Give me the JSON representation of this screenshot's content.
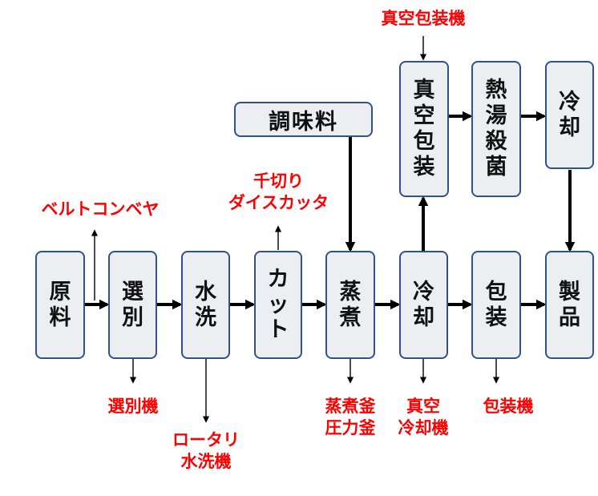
{
  "colors": {
    "box_fill": "#eceef1",
    "box_border": "#2f528f",
    "label": "#ff0000",
    "arrow": "#000000"
  },
  "steps": {
    "raw": "原料",
    "sort": "選別",
    "wash": "水洗",
    "cut": "カット",
    "steam": "蒸煮",
    "cool": "冷却",
    "pack": "包装",
    "product": "製品",
    "vacuum_pack": "真空包装",
    "hot_sterilize": "熱湯殺菌",
    "cool2": "冷却",
    "seasoning": "調味料"
  },
  "equipment": {
    "conveyor": "ベルトコンベヤ",
    "sorter": "選別機",
    "rotary_washer": "ロータリ\n水洗機",
    "cutter": "千切り\nダイスカッタ",
    "steamer": "蒸煮釜\n圧力釜",
    "vacuum_cooler": "真空\n冷却機",
    "packer": "包装機",
    "vacuum_packer": "真空包装機"
  }
}
